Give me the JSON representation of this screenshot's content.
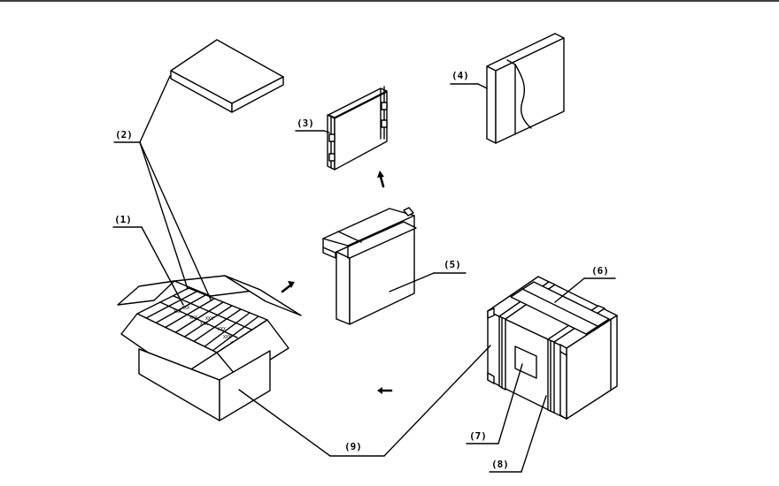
{
  "diagram": {
    "callouts": [
      {
        "id": "1",
        "text": "(1)"
      },
      {
        "id": "2",
        "text": "(2)"
      },
      {
        "id": "3",
        "text": "(3)"
      },
      {
        "id": "4",
        "text": "(4)"
      },
      {
        "id": "5",
        "text": "(5)"
      },
      {
        "id": "6",
        "text": "(6)"
      },
      {
        "id": "7",
        "text": "(7)"
      },
      {
        "id": "8",
        "text": "(8)"
      },
      {
        "id": "9",
        "text": "(9)"
      }
    ],
    "cell_marks": [
      "XXX",
      "XXX",
      "XXX",
      "XXX",
      "XXX",
      "XXX",
      "XXX",
      "XXX"
    ]
  }
}
